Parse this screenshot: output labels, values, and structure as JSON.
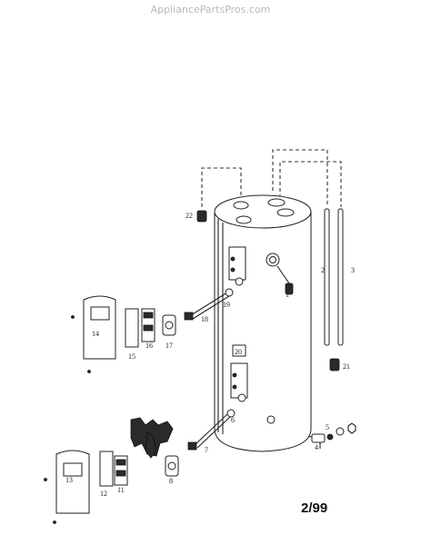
{
  "watermark": "AppliancePartsPros.com",
  "date_code": "2/99",
  "callouts": [
    "1",
    "2",
    "3",
    "4",
    "5",
    "6",
    "7",
    "8",
    "11",
    "12",
    "13",
    "14",
    "15",
    "16",
    "17",
    "18",
    "19",
    "20",
    "21",
    "22"
  ]
}
